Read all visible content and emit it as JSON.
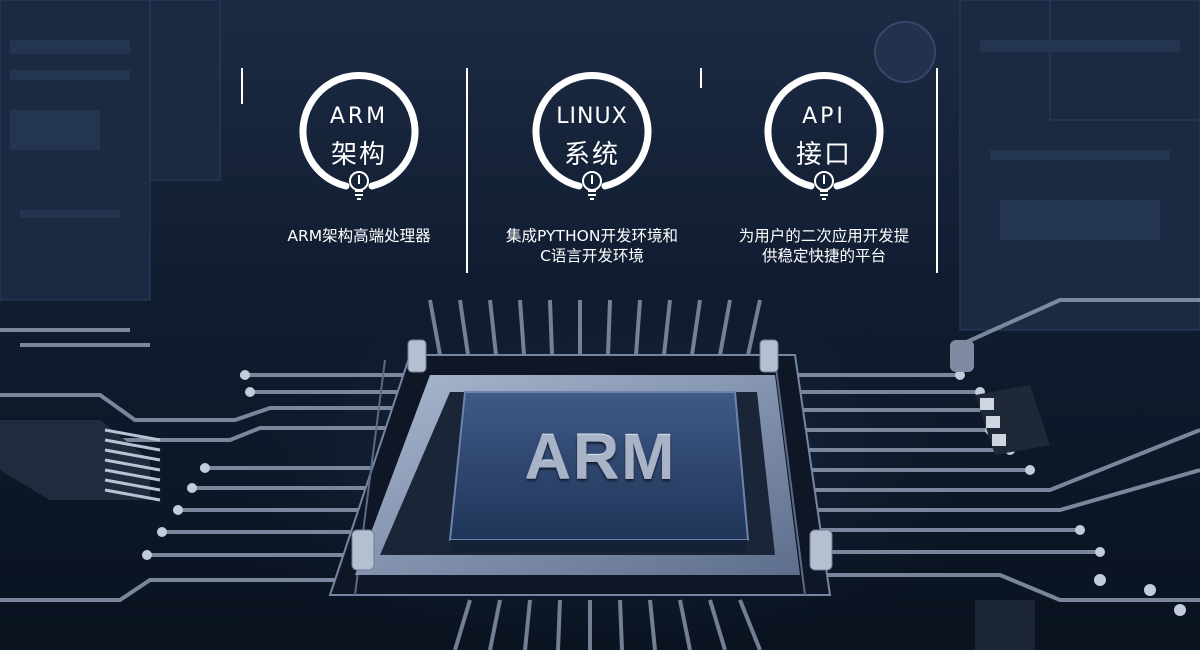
{
  "features": [
    {
      "ring_top": "ARM",
      "ring_bottom": "架构",
      "description": "ARM架构高端处理器",
      "icon": "lightbulb-icon"
    },
    {
      "ring_top": "LINUX",
      "ring_bottom": "系统",
      "description": "集成PYTHON开发环境和C语言开发环境",
      "icon": "lightbulb-icon"
    },
    {
      "ring_top": "API",
      "ring_bottom": "接口",
      "description": "为用户的二次应用开发提供稳定快捷的平台",
      "icon": "lightbulb-icon"
    }
  ],
  "chip": {
    "label": "ARM"
  },
  "colors": {
    "background": "#0d1626",
    "ring": "#ffffff",
    "text": "#ffffff",
    "chip": "#2e4670"
  }
}
